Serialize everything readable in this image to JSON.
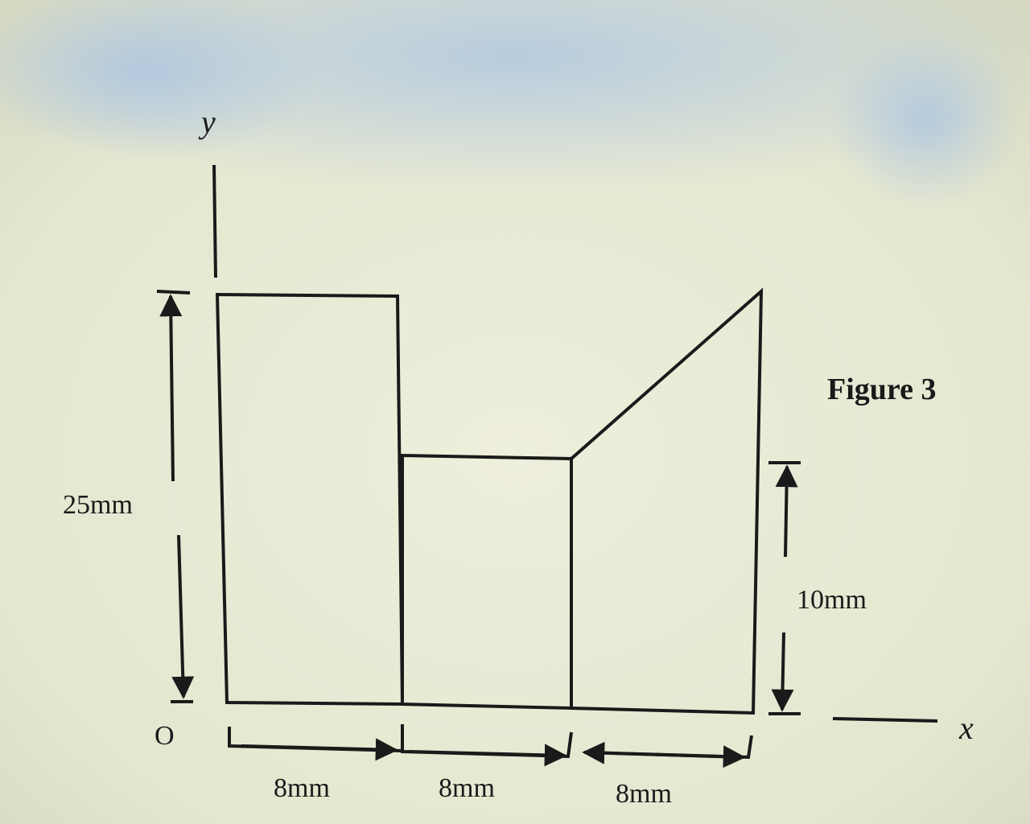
{
  "figure": {
    "title": "Figure 3"
  },
  "axes": {
    "y_label": "y",
    "x_label": "x",
    "origin_label": "O"
  },
  "dimensions": {
    "height_left": "25mm",
    "height_right": "10mm",
    "width_1": "8mm",
    "width_2": "8mm",
    "width_3": "8mm"
  },
  "colors": {
    "paper": "#e7e8d3",
    "ink": "#1a1a1a",
    "smudge": "#b9cfe6"
  }
}
